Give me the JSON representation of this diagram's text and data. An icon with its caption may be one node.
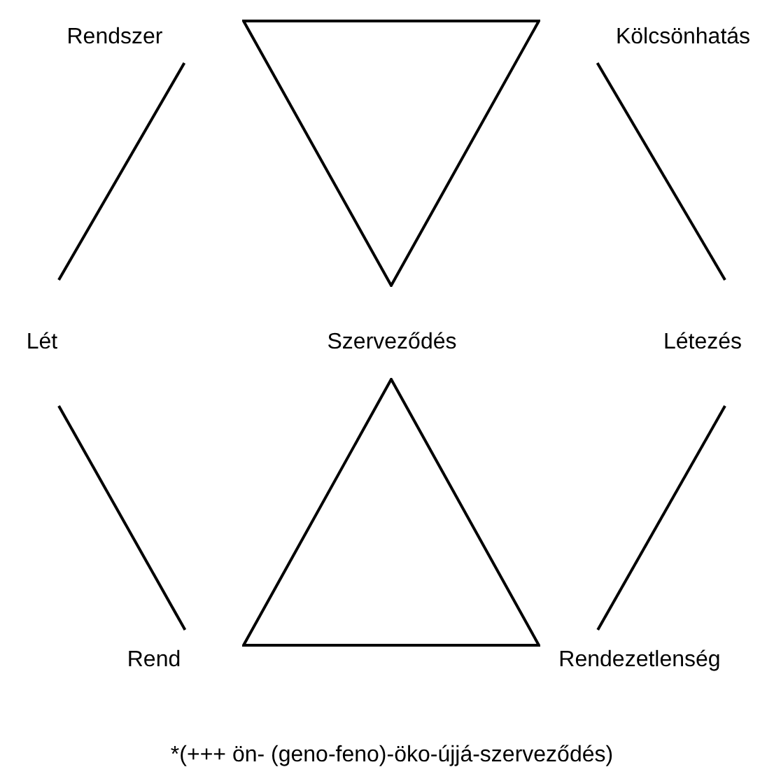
{
  "diagram": {
    "caption": "*(+++ ön- (geno-feno)-öko-újjá-szerveződés)",
    "nodes": [
      {
        "text": [
          "Rendszer"
        ]
      },
      {
        "text": [
          "Kölcsönhatás"
        ]
      },
      {
        "text": [
          "Lét"
        ]
      },
      {
        "text": [
          "Szerveződés"
        ]
      },
      {
        "text": [
          "Létezés"
        ]
      },
      {
        "text": [
          "Rend"
        ]
      },
      {
        "text": [
          "Rendezetlenség"
        ]
      },
      {
        "text": [],
        "shape": "triangle"
      },
      {
        "text": [],
        "shape": "triangle"
      }
    ],
    "edges": [
      {
        "from": 0,
        "to": 2,
        "arrow": "none"
      },
      {
        "from": 1,
        "to": 4,
        "arrow": "none"
      },
      {
        "from": 2,
        "to": 5,
        "arrow": "none"
      },
      {
        "from": 4,
        "to": 6,
        "arrow": "none"
      }
    ]
  }
}
